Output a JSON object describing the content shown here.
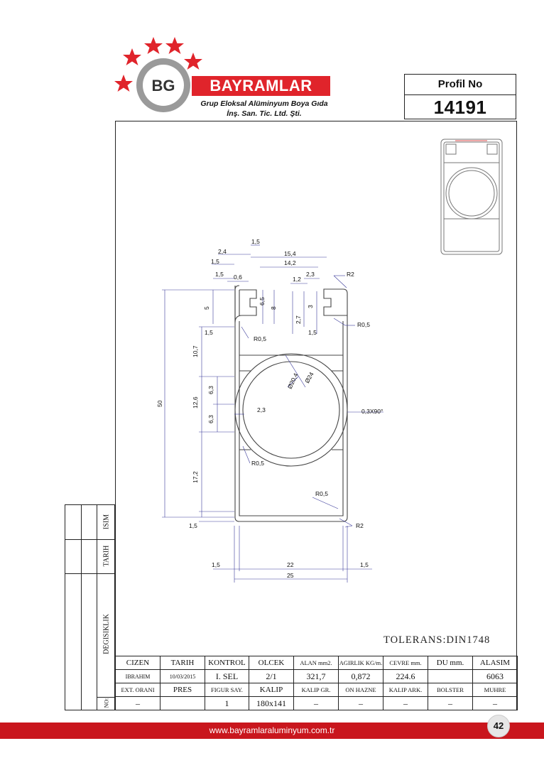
{
  "header": {
    "logo_initials": "BG",
    "brand": "BAYRAMLAR",
    "subtitle_line1": "Grup Eloksal Alüminyum Boya Gıda",
    "subtitle_line2": "İnş. San. Tic. Ltd. Şti.",
    "profile_label": "Profil No",
    "profile_number": "14191"
  },
  "dimensions": {
    "top": [
      "1,5",
      "2,4",
      "1,5",
      "15,4",
      "14,2",
      "1,5",
      "0,6",
      "2,3",
      "1,2",
      "R2"
    ],
    "left_slot": [
      "5",
      "6,5",
      "8",
      "1,5",
      "R0,5"
    ],
    "right_slot": [
      "3",
      "2,7",
      "1,5",
      "R0,5"
    ],
    "center": [
      "10,7",
      "6,3",
      "12,6",
      "6,3",
      "50",
      "Ø20,4",
      "Ø24",
      "2,3",
      "0,3X90°",
      "R0,5"
    ],
    "bottom": [
      "17,2",
      "1,5",
      "R0,5",
      "R2",
      "1,5",
      "22",
      "1,5",
      "25"
    ]
  },
  "tolerance": "TOLERANS:DIN1748",
  "title_block": {
    "row1": [
      "CIZEN",
      "TARIH",
      "KONTROL",
      "OLCEK",
      "ALAN mm2.",
      "AGIRLIK KG/m.",
      "CEVRE mm.",
      "DU mm.",
      "ALASIM"
    ],
    "row2": [
      "IBRAHIM",
      "10/03/2015",
      "I. SEL",
      "2/1",
      "321,7",
      "0,872",
      "224.6",
      "",
      "6063"
    ],
    "row3": [
      "EXT. ORANI",
      "PRES",
      "FIGUR SAY.",
      "KALIP",
      "KALIP GR.",
      "ON HAZNE",
      "KALIP ARK.",
      "BOLSTER",
      "MUHRE"
    ],
    "row4": [
      "–",
      "",
      "1",
      "180x141",
      "–",
      "–",
      "–",
      "–",
      "–"
    ]
  },
  "revision": {
    "isim": "ISIM",
    "tarih": "TARIH",
    "degisiklik": "DEGISIKLIK",
    "no": "NO:"
  },
  "footer": {
    "url": "www.bayramlaraluminyum.com.tr",
    "page": "42"
  },
  "colors": {
    "brand_red": "#e0242b",
    "footer_red": "#c9161d",
    "dimension_blue": "#3a3a9a"
  }
}
